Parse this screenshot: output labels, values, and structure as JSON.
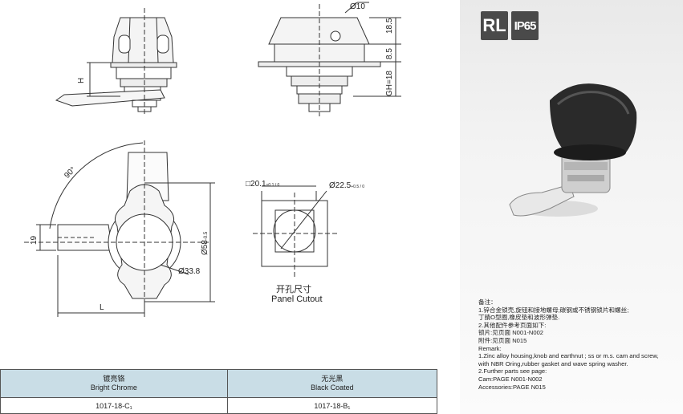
{
  "drawing": {
    "dim_d10": "Ø10",
    "dim_18_5": "18.5",
    "dim_8_5": "8.5",
    "dim_gh": "GH=18",
    "dim_h": "H",
    "dim_90": "90°",
    "dim_19": "19",
    "dim_l": "L",
    "dim_d58": "Ø58",
    "dim_d58_tol": "-0.5",
    "dim_d33_8": "Ø33.8",
    "dim_square": "□20.1",
    "dim_square_tol": "+0.1 / 0",
    "dim_d22_5": "Ø22.5",
    "dim_d22_5_tol": "+0.5 / 0",
    "cutout_cn": "开孔尺寸",
    "cutout_en": "Panel Cutout"
  },
  "badges": {
    "rl": "RL",
    "ip": "IP65"
  },
  "remarks": {
    "lines": [
      "备注：",
      "1.锌合金锁壳,旋钮和接地螺母;碳钢或不锈钢锁片和螺丝;",
      "丁腈O型圈,橡皮垫和波形弹垫.",
      "2.其他配件参考页面如下:",
      "锁片:见页面 N001-N002",
      "附件:见页面 N015",
      "Remark:",
      "1.Zinc alloy housing,knob and earthnut ; ss or m.s. cam and screw,",
      "with NBR Oring,rubber gasket and wave spring washer.",
      "2.Further parts see page:",
      "Cam:PAGE N001-N002",
      "Accessories:PAGE N015"
    ]
  },
  "table": {
    "columns": [
      {
        "cn": "镀亮铬",
        "en": "Bright Chrome",
        "code": "1017-18-C₁"
      },
      {
        "cn": "无光黑",
        "en": "Black Coated",
        "code": "1017-18-B₁"
      }
    ]
  },
  "colors": {
    "header_bg": "#c9dde6",
    "badge_bg": "#4a4a4a",
    "knob": "#2a2a2a"
  }
}
